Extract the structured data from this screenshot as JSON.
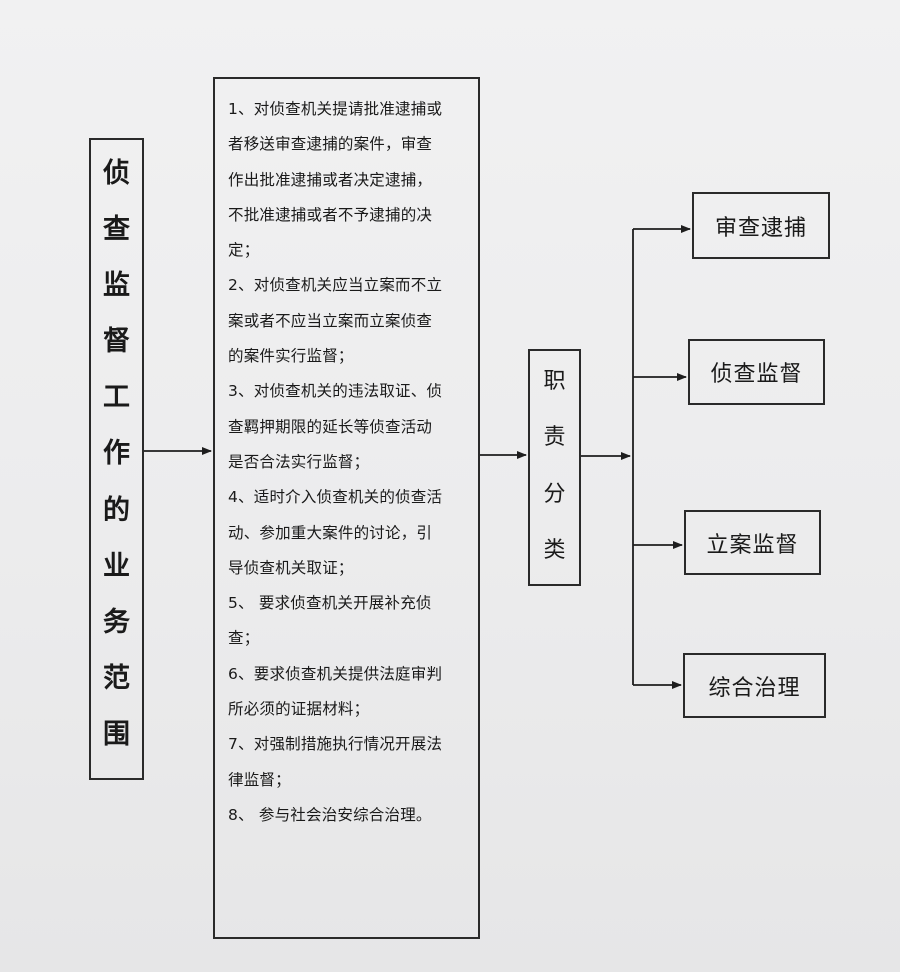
{
  "scope": {
    "chars": [
      "侦",
      "查",
      "监",
      "督",
      "工",
      "作",
      "的",
      "业",
      "务",
      "范",
      "围"
    ]
  },
  "duties_list": {
    "lines": [
      "1、对侦查机关提请批准逮捕或",
      "者移送审查逮捕的案件，审查",
      "作出批准逮捕或者决定逮捕，",
      "不批准逮捕或者不予逮捕的决",
      "定；",
      "2、对侦查机关应当立案而不立",
      "案或者不应当立案而立案侦查",
      "的案件实行监督；",
      "3、对侦查机关的违法取证、侦",
      "查羁押期限的延长等侦查活动",
      "是否合法实行监督；",
      "4、适时介入侦查机关的侦查活",
      "动、参加重大案件的讨论，引",
      "导侦查机关取证；",
      "5、 要求侦查机关开展补充侦",
      "查；",
      "6、要求侦查机关提供法庭审判",
      "所必须的证据材料；",
      "7、对强制措施执行情况开展法",
      "律监督；",
      "8、 参与社会治安综合治理。"
    ]
  },
  "duty_classification": {
    "chars": [
      "职",
      "责",
      "分",
      "类"
    ]
  },
  "categories": [
    {
      "label": "审查逮捕"
    },
    {
      "label": "侦查监督"
    },
    {
      "label": "立案监督"
    },
    {
      "label": "综合治理"
    }
  ]
}
